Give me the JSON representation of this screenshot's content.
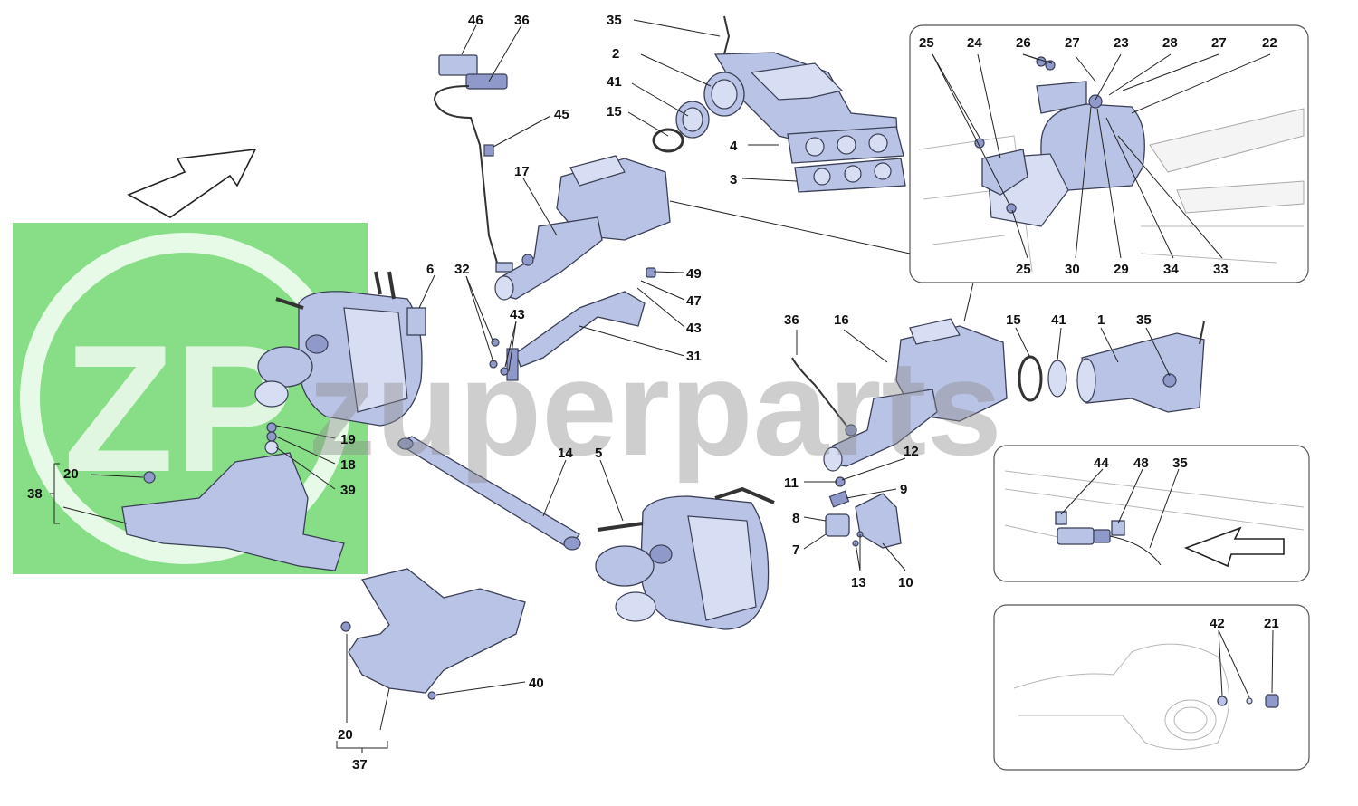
{
  "watermark": {
    "logo_text": "ZP",
    "brand_text": "zuperparts",
    "logo_color": "#6fd86f"
  },
  "callouts": {
    "c46": "46",
    "c36a": "36",
    "c35a": "35",
    "c2": "2",
    "c41a": "41",
    "c15a": "15",
    "c45": "45",
    "c4": "4",
    "c3": "3",
    "c17": "17",
    "c25a": "25",
    "c24": "24",
    "c26": "26",
    "c27a": "27",
    "c23": "23",
    "c28": "28",
    "c27b": "27",
    "c22": "22",
    "c25b": "25",
    "c30": "30",
    "c29": "29",
    "c34": "34",
    "c33": "33",
    "c6": "6",
    "c32": "32",
    "c49": "49",
    "c47": "47",
    "c43a": "43",
    "c43b": "43",
    "c31": "31",
    "c36b": "36",
    "c16": "16",
    "c15b": "15",
    "c41b": "41",
    "c1": "1",
    "c35b": "35",
    "c19": "19",
    "c18": "18",
    "c39": "39",
    "c20a": "20",
    "c38": "38",
    "c14": "14",
    "c5": "5",
    "c12": "12",
    "c11": "11",
    "c9": "9",
    "c8": "8",
    "c7": "7",
    "c13": "13",
    "c10": "10",
    "c44": "44",
    "c48": "48",
    "c35c": "35",
    "c42": "42",
    "c21": "21",
    "c40": "40",
    "c20b": "20",
    "c37": "37"
  }
}
